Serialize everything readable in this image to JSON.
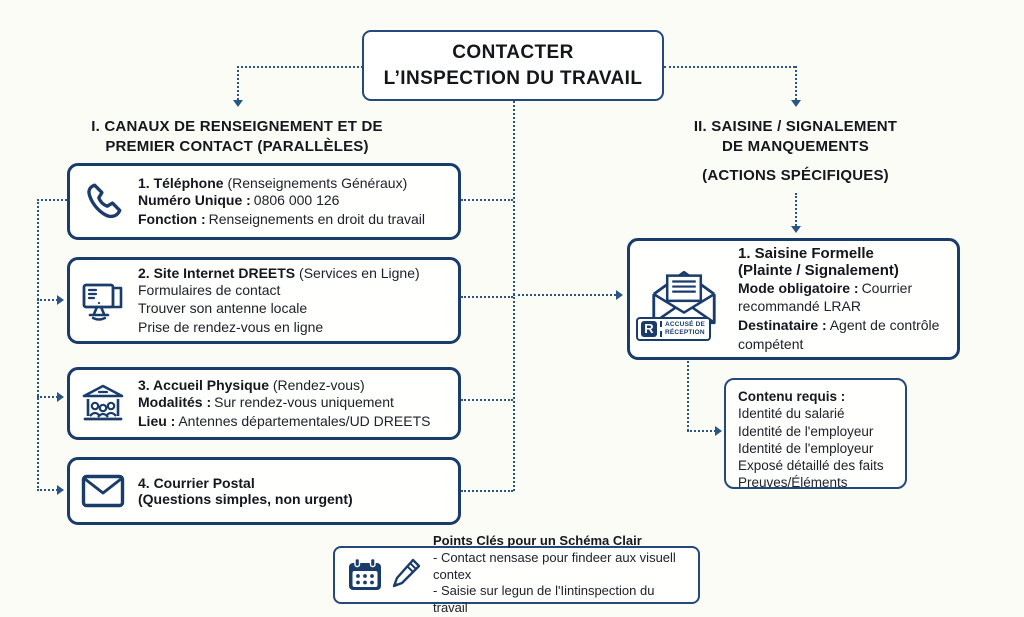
{
  "title": {
    "line1": "CONTACTER",
    "line2": "L’INSPECTION DU TRAVAIL"
  },
  "left": {
    "heading": {
      "line1": "I. CANAUX DE RENSEIGNEMENT ET DE",
      "line2": "PREMIER CONTACT (PARALLÈLES)"
    },
    "boxes": [
      {
        "icon": "phone-icon",
        "title_main": "1. Téléphone",
        "title_suffix": "(Renseignements Généraux)",
        "rows": [
          {
            "label": "Numéro Unique :",
            "value": "0806 000 126"
          },
          {
            "label": "Fonction :",
            "value": "Renseignements en droit du travail"
          }
        ]
      },
      {
        "icon": "computer-icon",
        "title_main": "2. Site Internet DREETS",
        "title_suffix": "(Services en Ligne)",
        "items": [
          "Formulaires de contact",
          "Trouver son antenne locale",
          "Prise de rendez-vous en ligne"
        ]
      },
      {
        "icon": "building-icon",
        "title_main": "3. Accueil Physique",
        "title_suffix": "(Rendez-vous)",
        "rows": [
          {
            "label": "Modalités :",
            "value": "Sur rendez-vous uniquement"
          },
          {
            "label": "Lieu :",
            "value": "Antennes départementales/UD DREETS"
          }
        ]
      },
      {
        "icon": "envelope-icon",
        "title_main": "4. Courrier Postal",
        "title_line2": "(Questions simples, non urgent)"
      }
    ]
  },
  "right": {
    "heading": {
      "line1": "II. SAISINE / SIGNALEMENT",
      "line2": "DE MANQUEMENTS",
      "line3": "(ACTIONS SPÉCIFIQUES)"
    },
    "saisine": {
      "icon": "registered-mail-icon",
      "stamp": {
        "r": "R",
        "line1": "ACCUSÉ DE",
        "line2": "RÉCEPTION"
      },
      "title_line1": "1. Saisine Formelle",
      "title_line2": "(Plainte / Signalement)",
      "rows": [
        {
          "label": "Mode obligatoire :",
          "value": "Courrier recommandé LRAR"
        },
        {
          "label": "Destinataire :",
          "value": "Agent de contrôle compétent"
        }
      ]
    },
    "contenu": {
      "title": "Contenu requis :",
      "items": [
        "Identité du salarié",
        "Identité de l'employeur",
        "Identité de l'employeur",
        "Exposé détaillé des faits",
        "Preuves/Éléments"
      ]
    }
  },
  "footer": {
    "icons": [
      "calendar-icon",
      "pencil-icon"
    ],
    "title": "Points Clés pour un Schéma Clair",
    "lines": [
      "- Contact nensase pour findeer aux visuell contex",
      "- Saisie sur legun de l'Iintinspection du travail"
    ]
  },
  "colors": {
    "navy": "#1a3c6b",
    "arrow_blue": "#2a5586",
    "text": "#1b1d24",
    "background": "#fcfcf6"
  }
}
